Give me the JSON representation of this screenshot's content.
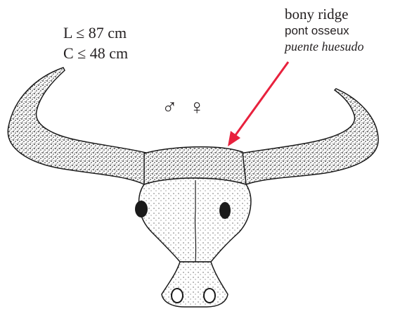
{
  "measurements": {
    "length": "L ≤ 87 cm",
    "circumference": "C ≤ 48 cm"
  },
  "labels": {
    "english": "bony ridge",
    "french": "pont osseux",
    "spanish": "puente huesudo"
  },
  "sex_symbols": "♂ ♀",
  "colors": {
    "text": "#231f20",
    "arrow": "#e8213d",
    "ink": "#1a1a1a",
    "horn_fill": "#d9d9d9"
  }
}
